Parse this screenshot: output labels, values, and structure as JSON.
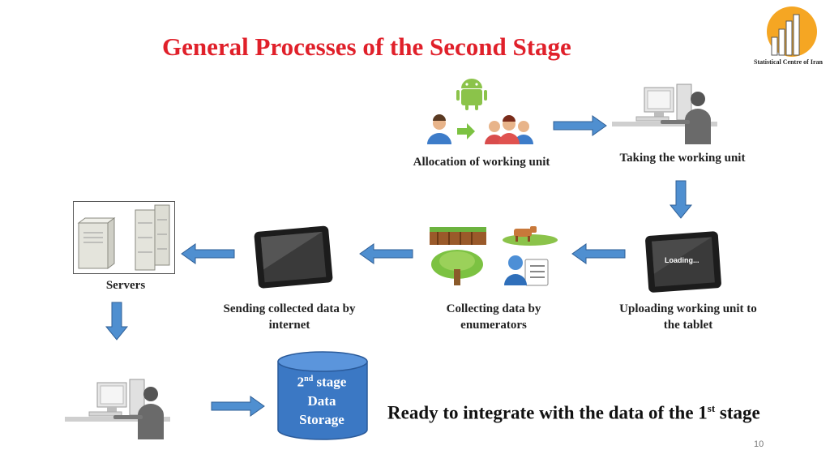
{
  "header": {
    "title": "General Processes of the Second Stage",
    "logo_text": "Statistical Centre of Iran"
  },
  "steps": {
    "allocation": "Allocation of working unit",
    "taking": "Taking the working unit",
    "uploading": "Uploading working unit to the tablet",
    "collecting": "Collecting data by enumerators",
    "sending": "Sending collected data by internet",
    "servers": "Servers"
  },
  "tablet_screen_text": "Loading...",
  "storage": {
    "number": "2",
    "suffix": "nd",
    "line1": "stage",
    "line2": "Data",
    "line3": "Storage"
  },
  "final_note": {
    "prefix": "Ready to integrate with the data of the 1",
    "sup": "st",
    "suffix": " stage"
  },
  "page_number": "10",
  "colors": {
    "title": "#e0202a",
    "arrow": "#4f8fd0",
    "storage": "#3b78c4",
    "logo": "#f5a623"
  }
}
